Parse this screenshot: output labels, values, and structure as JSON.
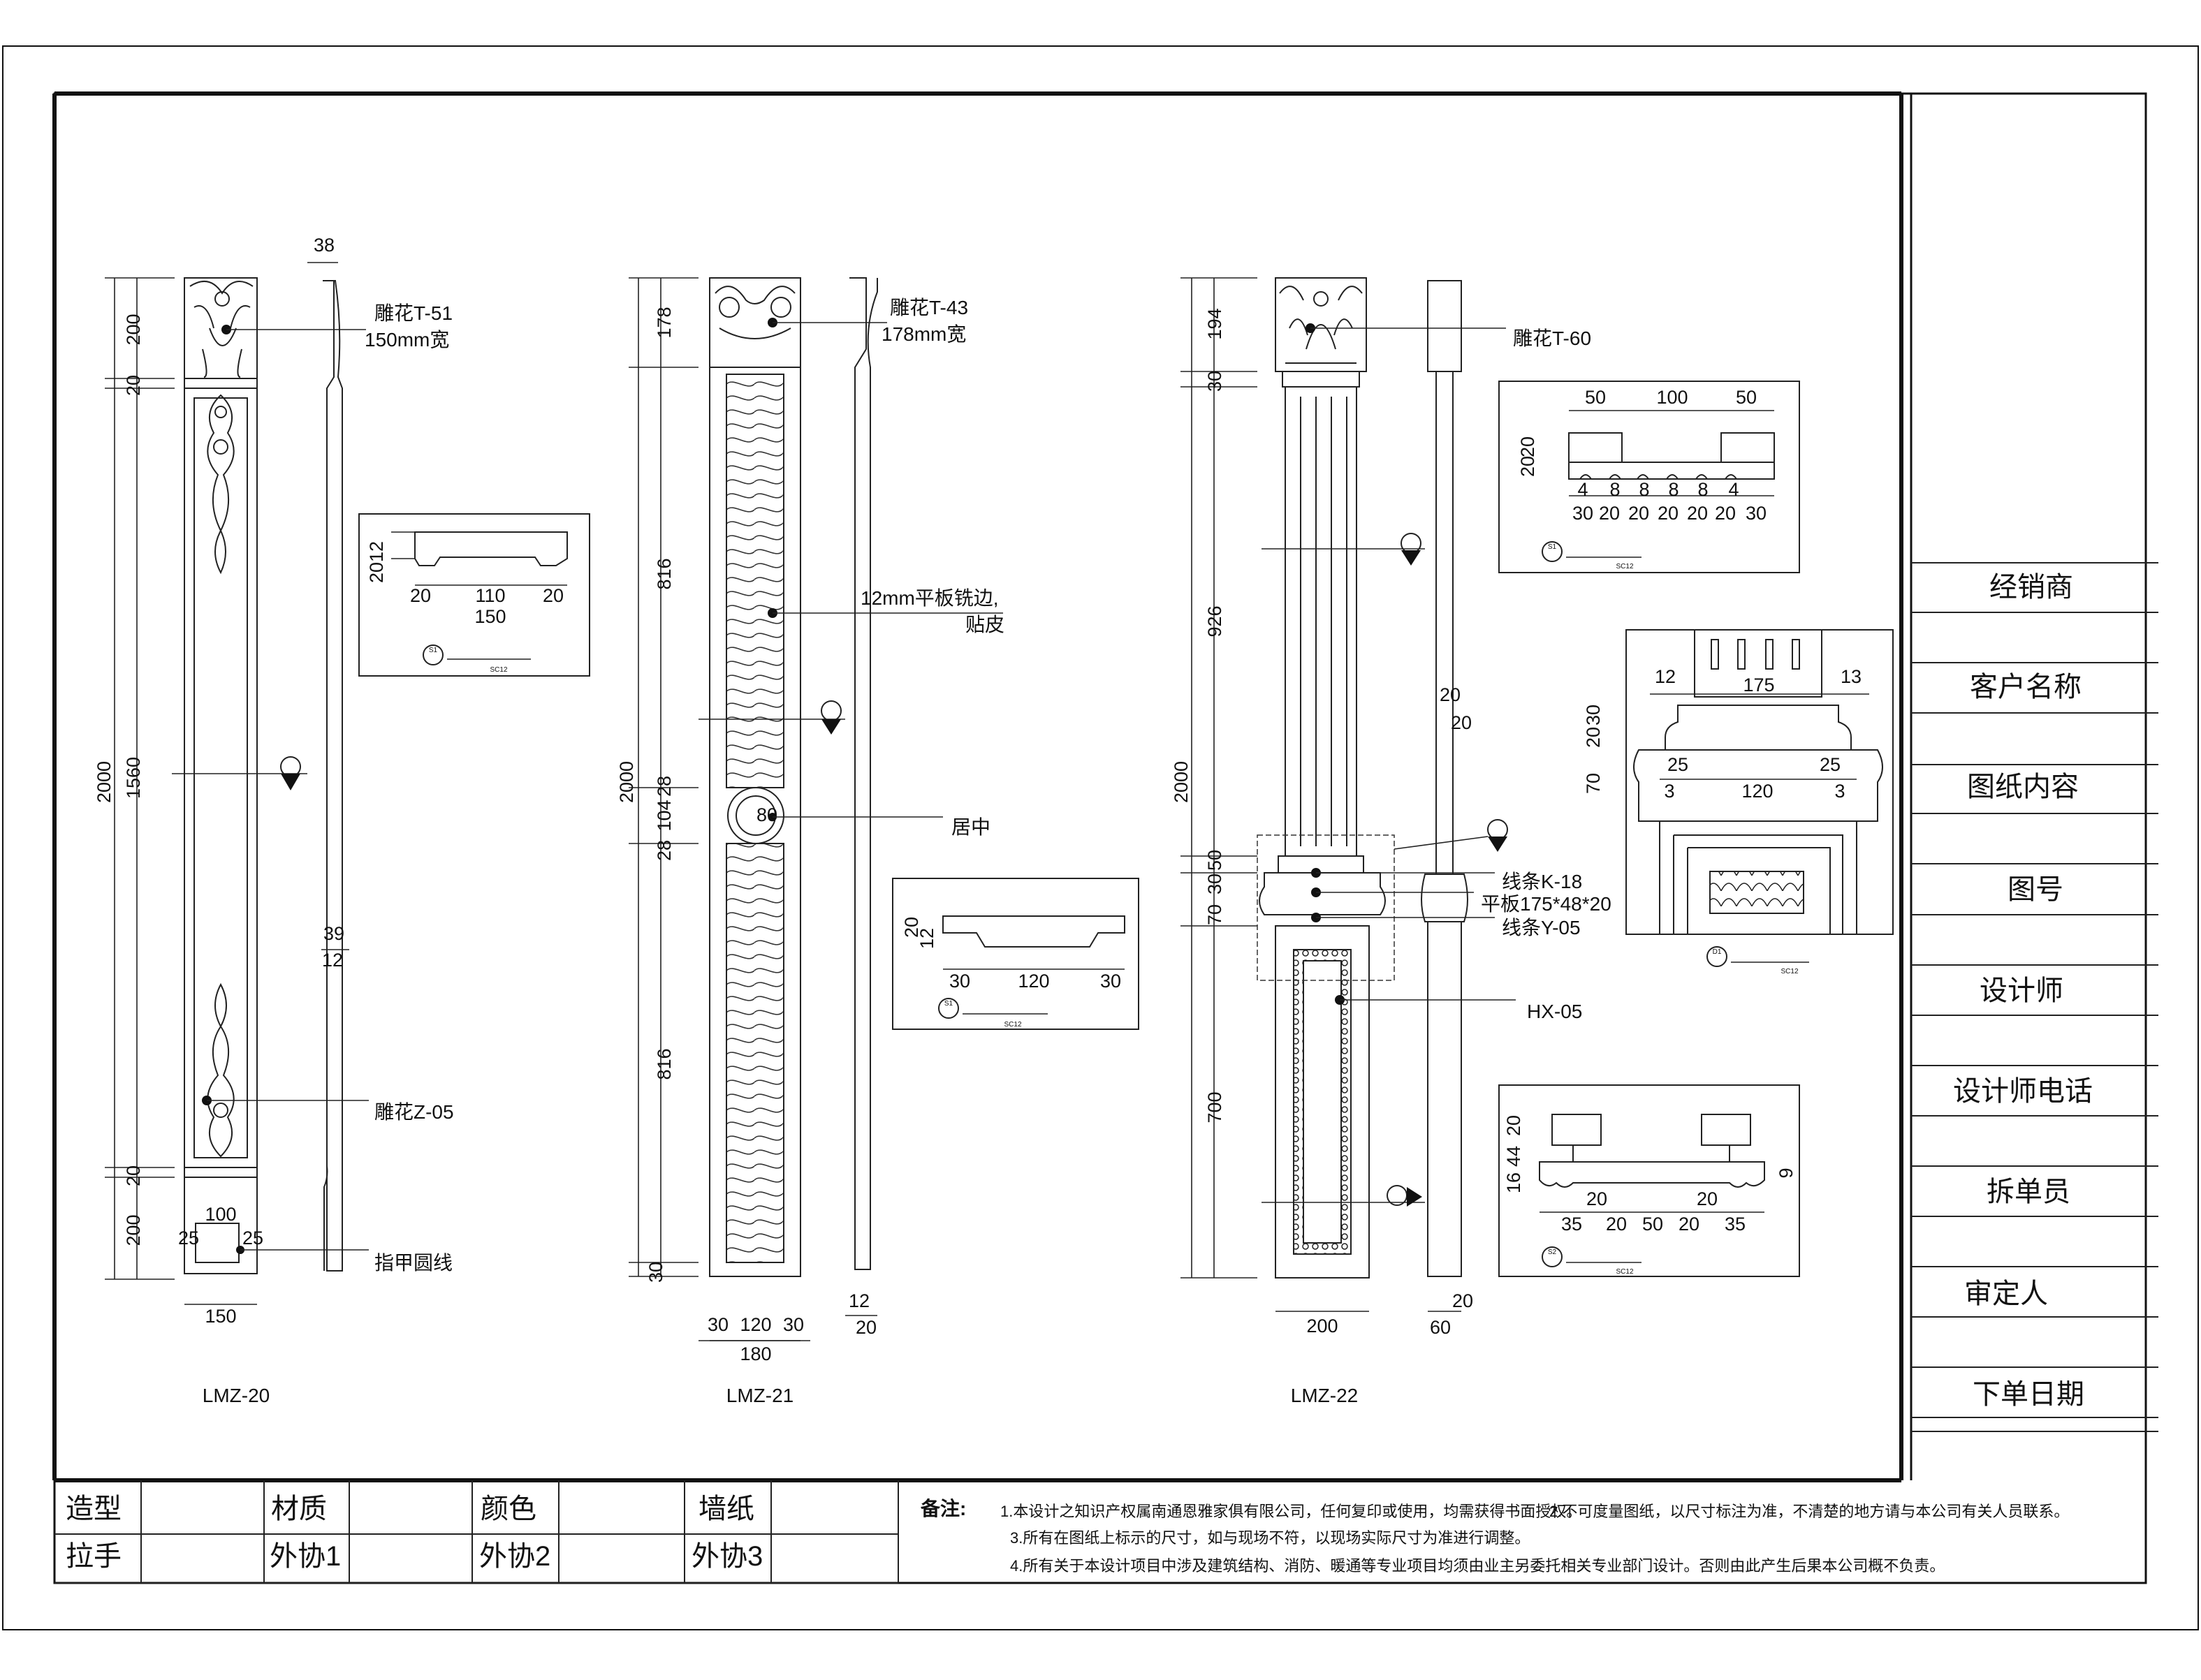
{
  "title_block": {
    "rows": [
      "经销商",
      "客户名称",
      "图纸内容",
      "图号",
      "设计师",
      "设计师电话",
      "拆单员",
      "审定人",
      "下单日期"
    ]
  },
  "bottom_table": {
    "row1": [
      "造型",
      "材质",
      "颜色",
      "墙纸"
    ],
    "row2": [
      "拉手",
      "外协1",
      "外协2",
      "外协3"
    ]
  },
  "notes": {
    "label": "备注:",
    "line1a": "1.本设计之知识产权属南通恩雅家俱有限公司，任何复印或使用，均需获得书面授权。",
    "line1b": "2.不可度量图纸，以尺寸标注为准，不清楚的地方请与本公司有关人员联系。",
    "line2": "3.所有在图纸上标示的尺寸，如与现场不符，以现场实际尺寸为准进行调整。",
    "line3": "4.所有关于本设计项目中涉及建筑结构、消防、暖通等专业项目均须由业主另委托相关专业部门设计。否则由此产生后果本公司概不负责。"
  },
  "columns": [
    {
      "name": "LMZ-20",
      "callouts": [
        "雕花T-51",
        "150mm宽",
        "雕花Z-05",
        "指甲圆线"
      ],
      "dims_vertical": [
        "2000",
        "200",
        "20",
        "1560",
        "20",
        "200"
      ],
      "dims_misc": [
        "38",
        "100",
        "25",
        "25",
        "150",
        "39",
        "12"
      ],
      "section": {
        "dims": [
          "12",
          "20",
          "20",
          "110",
          "20",
          "150"
        ],
        "tag": "S1",
        "scale": "SC12"
      }
    },
    {
      "name": "LMZ-21",
      "callouts": [
        "雕花T-43",
        "178mm宽",
        "12mm平板铣边,",
        "贴皮",
        "居中"
      ],
      "dims_vertical": [
        "2000",
        "178",
        "816",
        "28",
        "104",
        "28",
        "816",
        "30"
      ],
      "dims_misc": [
        "80",
        "30",
        "120",
        "30",
        "180",
        "12",
        "20"
      ],
      "section": {
        "dims": [
          "20",
          "12",
          "30",
          "120",
          "30"
        ],
        "tag": "S1",
        "scale": "SC12"
      }
    },
    {
      "name": "LMZ-22",
      "callouts": [
        "雕花T-60",
        "线条K-18",
        "平板175*48*20",
        "线条Y-05",
        "HX-05"
      ],
      "dims_vertical": [
        "2000",
        "194",
        "30",
        "926",
        "50",
        "30",
        "70",
        "700"
      ],
      "dims_misc": [
        "20",
        "20",
        "200",
        "20",
        "60"
      ],
      "section_top": {
        "dims": [
          "50",
          "100",
          "50",
          "20",
          "20",
          "4",
          "8",
          "8",
          "8",
          "8",
          "4",
          "30",
          "20",
          "20",
          "20",
          "20",
          "20",
          "30"
        ],
        "tag": "S1",
        "scale": "SC12"
      },
      "section_detail": {
        "dims": [
          "12",
          "175",
          "13",
          "20",
          "30",
          "25",
          "25",
          "70",
          "3",
          "120",
          "3"
        ],
        "tag": "D1",
        "scale": "SC12"
      },
      "section_bottom": {
        "dims": [
          "20",
          "44",
          "16",
          "9",
          "20",
          "20",
          "35",
          "20",
          "50",
          "20",
          "35"
        ],
        "tag": "S2",
        "scale": "SC12"
      }
    }
  ]
}
